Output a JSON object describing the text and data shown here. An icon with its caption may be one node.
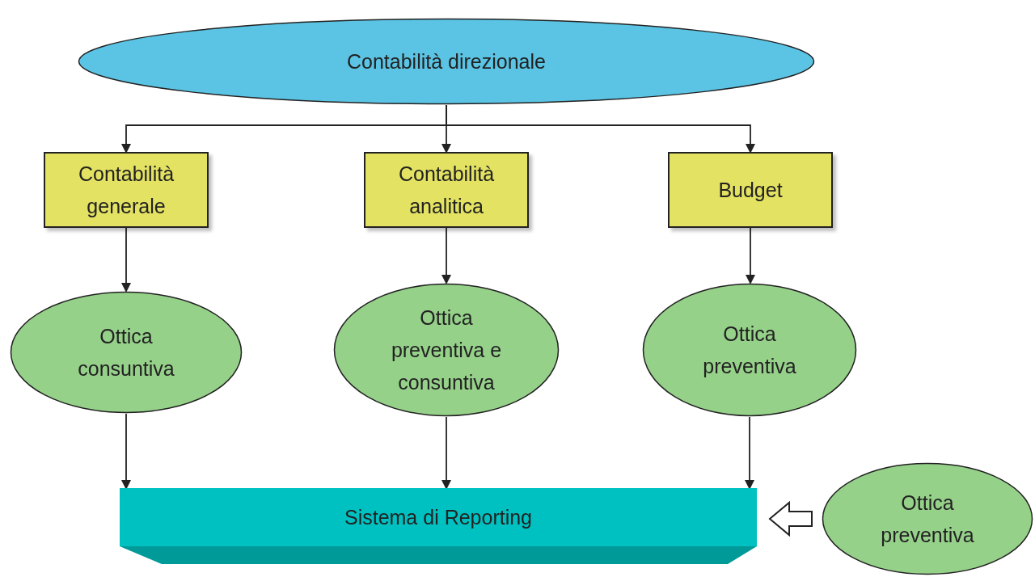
{
  "diagram": {
    "nodes": [
      {
        "text": [
          "Contabilità direzionale"
        ]
      },
      {
        "text": [
          "Contabilità generale"
        ]
      },
      {
        "text": [
          "Contabilità analitica"
        ]
      },
      {
        "text": [
          "Budget"
        ]
      },
      {
        "text": [
          "Ottica consuntiva"
        ]
      },
      {
        "text": [
          "Ottica preventiva e consuntiva"
        ]
      },
      {
        "text": [
          "Ottica preventiva"
        ]
      },
      {
        "text": [
          "Sistema di Reporting"
        ]
      },
      {
        "text": [
          "Ottica preventiva"
        ]
      }
    ],
    "edges": [
      {
        "from": 0,
        "to": 1,
        "arrow": "to"
      },
      {
        "from": 0,
        "to": 2,
        "arrow": "to"
      },
      {
        "from": 0,
        "to": 3,
        "arrow": "to"
      },
      {
        "from": 1,
        "to": 4,
        "arrow": "to"
      },
      {
        "from": 2,
        "to": 5,
        "arrow": "to"
      },
      {
        "from": 3,
        "to": 6,
        "arrow": "to"
      },
      {
        "from": 4,
        "to": 7,
        "arrow": "to"
      },
      {
        "from": 5,
        "to": 7,
        "arrow": "to"
      },
      {
        "from": 6,
        "to": 7,
        "arrow": "to"
      },
      {
        "from": 8,
        "to": 7,
        "arrow": "to",
        "style": "thick"
      }
    ]
  }
}
